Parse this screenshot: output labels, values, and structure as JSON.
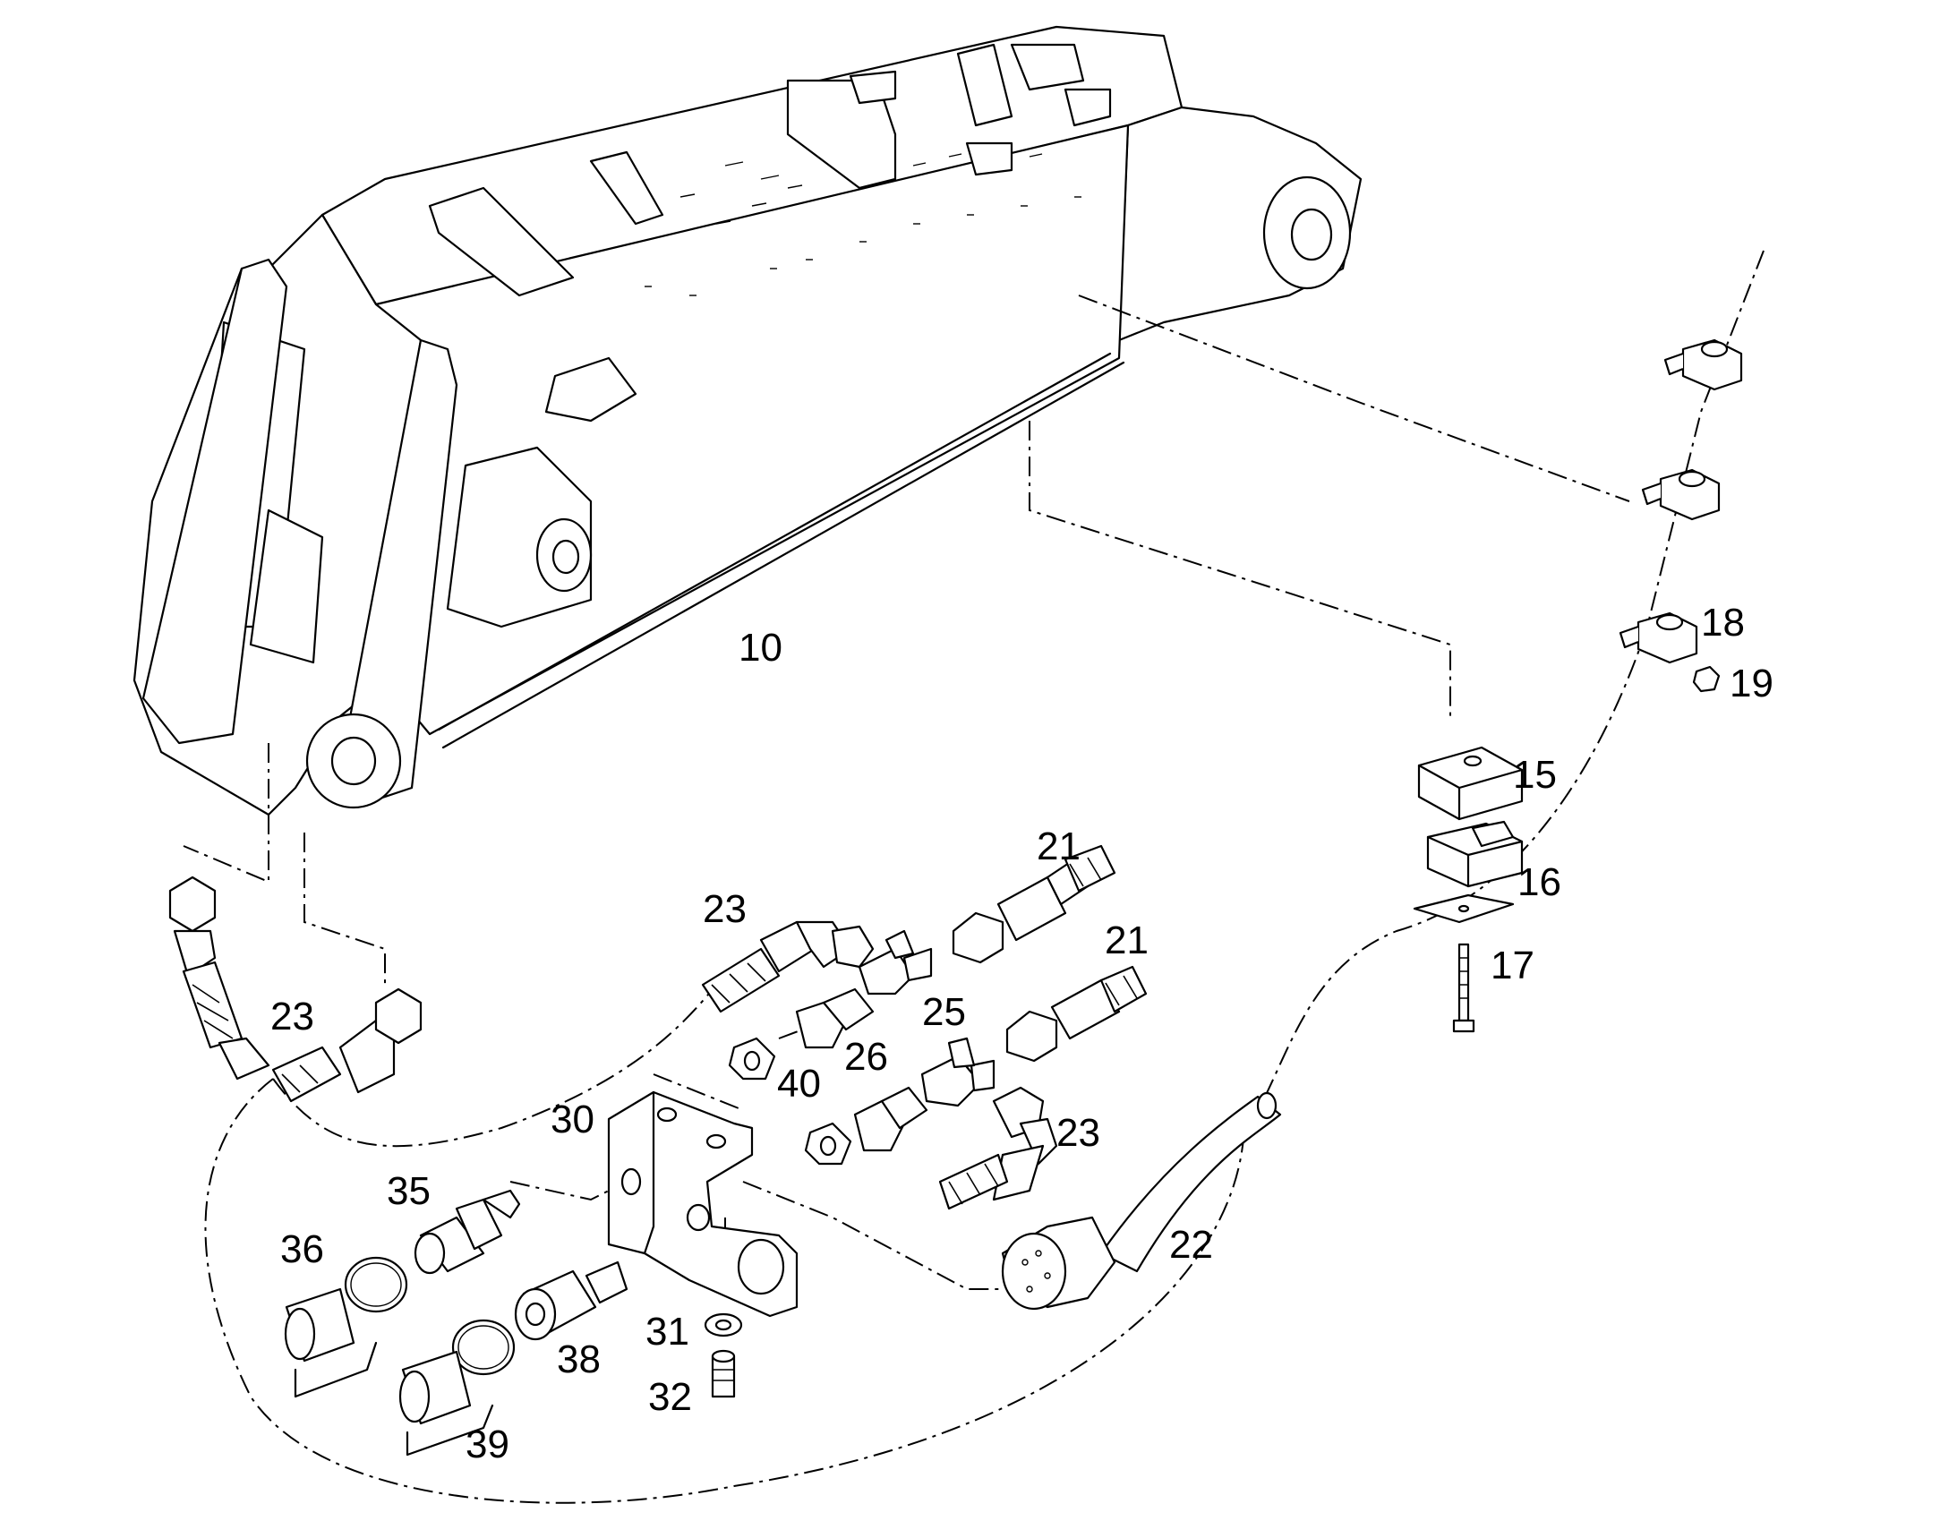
{
  "diagram": {
    "callouts": [
      {
        "id": "c10",
        "text": "10"
      },
      {
        "id": "c15",
        "text": "15"
      },
      {
        "id": "c16",
        "text": "16"
      },
      {
        "id": "c17",
        "text": "17"
      },
      {
        "id": "c18",
        "text": "18"
      },
      {
        "id": "c19",
        "text": "19"
      },
      {
        "id": "c21a",
        "text": "21"
      },
      {
        "id": "c21b",
        "text": "21"
      },
      {
        "id": "c22",
        "text": "22"
      },
      {
        "id": "c23a",
        "text": "23"
      },
      {
        "id": "c23b",
        "text": "23"
      },
      {
        "id": "c23c",
        "text": "23"
      },
      {
        "id": "c25",
        "text": "25"
      },
      {
        "id": "c26",
        "text": "26"
      },
      {
        "id": "c30",
        "text": "30"
      },
      {
        "id": "c31",
        "text": "31"
      },
      {
        "id": "c32",
        "text": "32"
      },
      {
        "id": "c35",
        "text": "35"
      },
      {
        "id": "c36",
        "text": "36"
      },
      {
        "id": "c38",
        "text": "38"
      },
      {
        "id": "c39",
        "text": "39"
      },
      {
        "id": "c40",
        "text": "40"
      }
    ]
  }
}
